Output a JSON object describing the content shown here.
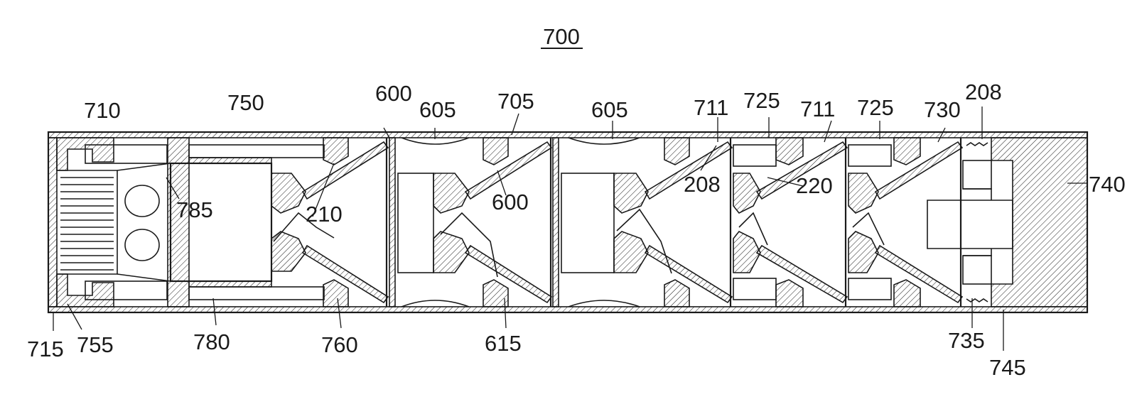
{
  "figure": {
    "title": "700",
    "labels": {
      "l700": "700",
      "l710": "710",
      "l750": "750",
      "l600a": "600",
      "l605a": "605",
      "l705": "705",
      "l605b": "605",
      "l711a": "711",
      "l725a": "725",
      "l711b": "711",
      "l725b": "725",
      "l730": "730",
      "l208a": "208",
      "l740": "740",
      "l785": "785",
      "l210": "210",
      "l600b": "600",
      "l208b": "208",
      "l220": "220",
      "l715": "715",
      "l755": "755",
      "l780": "780",
      "l760": "760",
      "l615": "615",
      "l735": "735",
      "l745": "745"
    }
  }
}
